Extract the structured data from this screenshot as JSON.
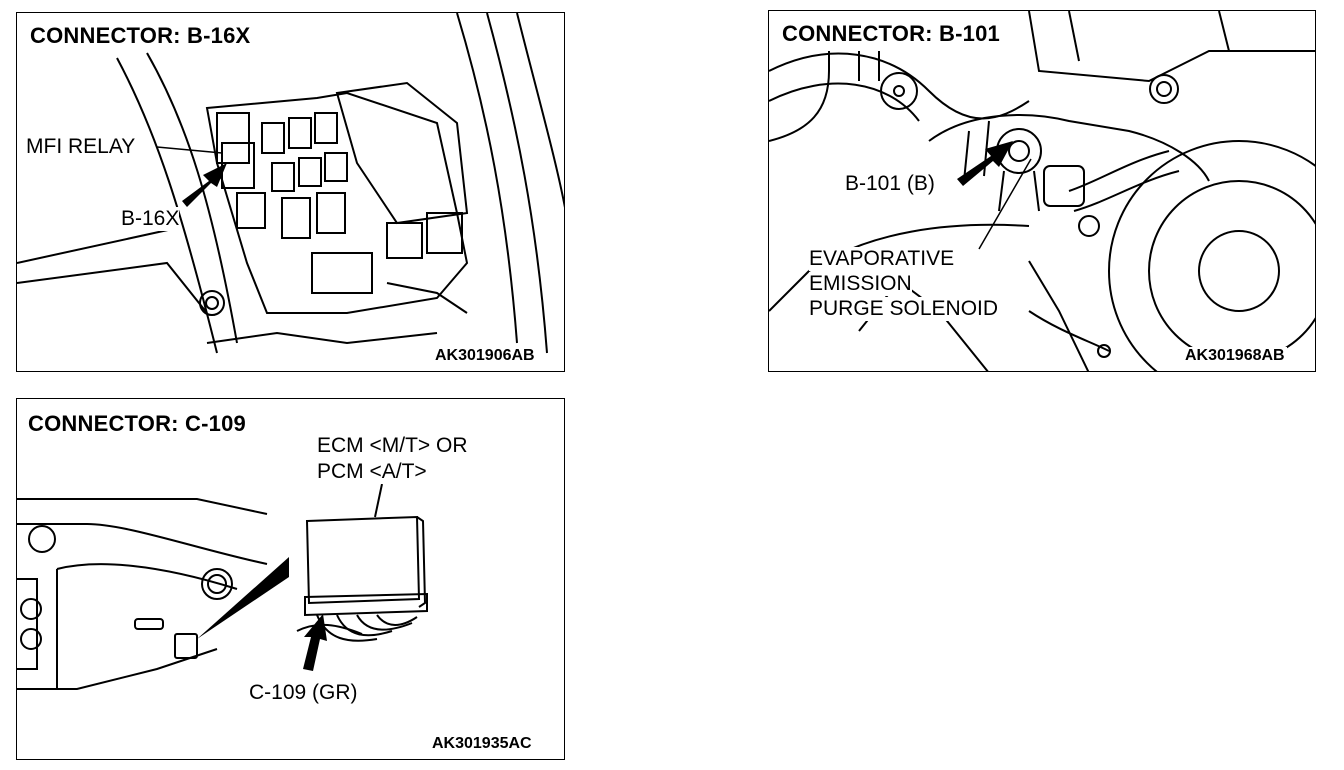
{
  "panels": [
    {
      "title": "CONNECTOR: B-16X",
      "labels": {
        "relay": "MFI RELAY",
        "connector": "B-16X"
      },
      "code": "AK301906AB"
    },
    {
      "title": "CONNECTOR: B-101",
      "labels": {
        "connector": "B-101 (B)",
        "part_line1": "EVAPORATIVE",
        "part_line2": "EMISSION",
        "part_line3": "PURGE SOLENOID"
      },
      "code": "AK301968AB"
    },
    {
      "title": "CONNECTOR: C-109",
      "labels": {
        "module_line1": "ECM <M/T> OR",
        "module_line2": "PCM <A/T>",
        "connector": "C-109 (GR)"
      },
      "code": "AK301935AC"
    }
  ]
}
